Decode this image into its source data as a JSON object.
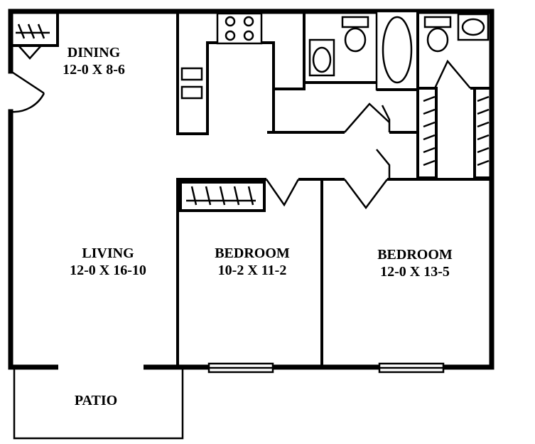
{
  "rooms": {
    "dining": {
      "name": "DINING",
      "dims": "12-0 X 8-6"
    },
    "living": {
      "name": "LIVING",
      "dims": "12-0 X 16-10"
    },
    "bedroom1": {
      "name": "BEDROOM",
      "dims": "10-2 X 11-2"
    },
    "bedroom2": {
      "name": "BEDROOM",
      "dims": "12-0 X 13-5"
    },
    "patio": {
      "name": "PATIO"
    }
  }
}
